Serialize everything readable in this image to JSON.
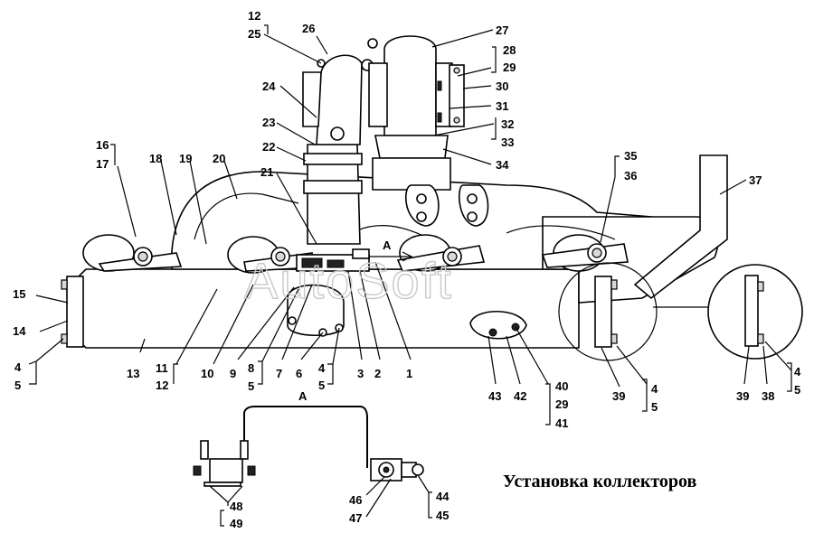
{
  "caption": "Установка коллекторов",
  "watermark": "AutoSoft",
  "view_label": "А",
  "callouts": {
    "c1": "1",
    "c2": "2",
    "c3": "3",
    "c4a": "4",
    "c5a": "5",
    "c4b": "4",
    "c5b": "5",
    "c4c": "4",
    "c5c": "5",
    "c4d": "4",
    "c5d": "5",
    "c6": "6",
    "c7": "7",
    "c8": "8",
    "c5e": "5",
    "c9": "9",
    "c10": "10",
    "c11": "11",
    "c12a": "12",
    "c13": "13",
    "c14": "14",
    "c15": "15",
    "c16": "16",
    "c17": "17",
    "c18": "18",
    "c19": "19",
    "c20": "20",
    "c21": "21",
    "c22": "22",
    "c23": "23",
    "c24": "24",
    "c12b": "12",
    "c25": "25",
    "c26": "26",
    "c27": "27",
    "c28": "28",
    "c29a": "29",
    "c30": "30",
    "c31": "31",
    "c32": "32",
    "c33": "33",
    "c34": "34",
    "c35": "35",
    "c36": "36",
    "c37": "37",
    "c38": "38",
    "c39a": "39",
    "c39b": "39",
    "c40": "40",
    "c29b": "29",
    "c41": "41",
    "c42": "42",
    "c43": "43",
    "c44": "44",
    "c45": "45",
    "c46": "46",
    "c47": "47",
    "c48": "48",
    "c49": "49"
  }
}
